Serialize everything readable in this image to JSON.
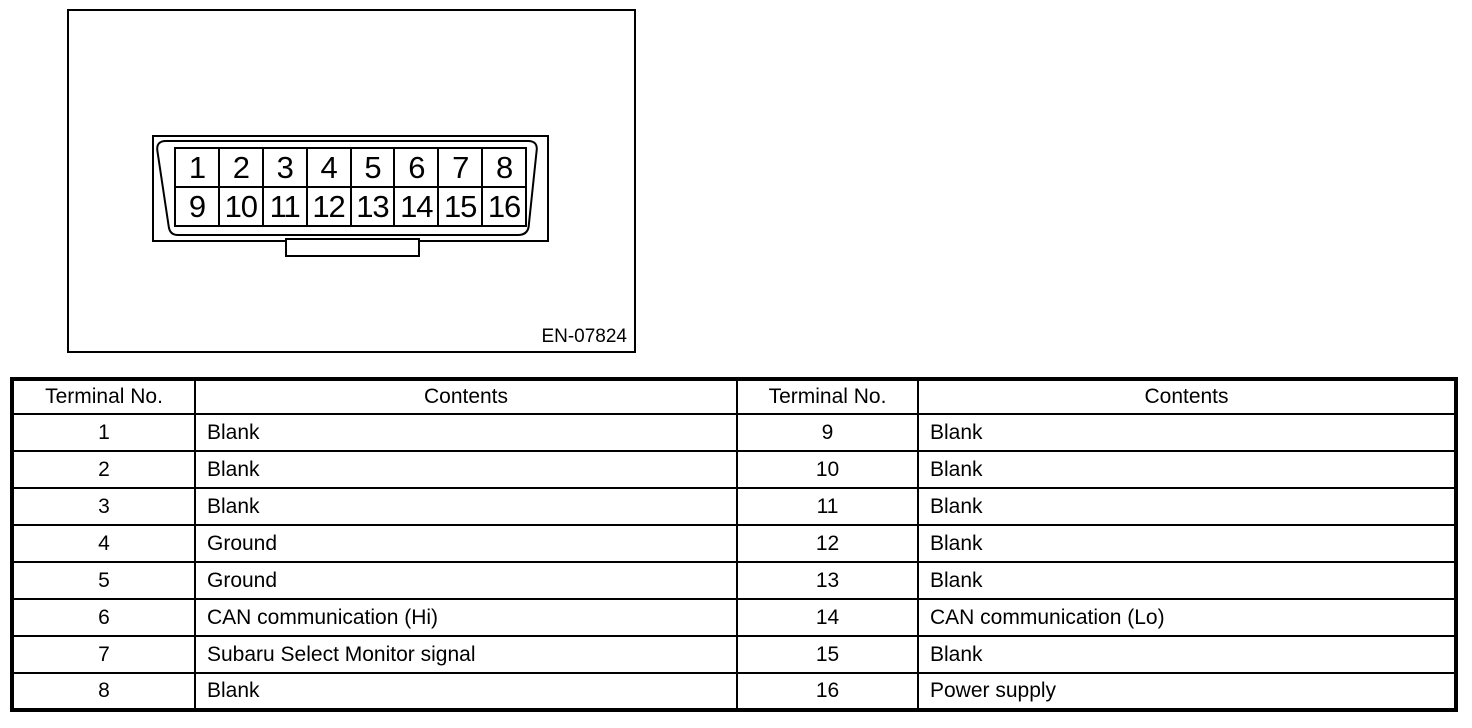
{
  "figure": {
    "label": "EN-07824",
    "connector": {
      "name": "data-link-connector-16-pin",
      "pins": [
        "1",
        "2",
        "3",
        "4",
        "5",
        "6",
        "7",
        "8",
        "9",
        "10",
        "11",
        "12",
        "13",
        "14",
        "15",
        "16"
      ]
    }
  },
  "table": {
    "headers": [
      "Terminal No.",
      "Contents",
      "Terminal No.",
      "Contents"
    ],
    "rows": [
      [
        "1",
        "Blank",
        "9",
        "Blank"
      ],
      [
        "2",
        "Blank",
        "10",
        "Blank"
      ],
      [
        "3",
        "Blank",
        "11",
        "Blank"
      ],
      [
        "4",
        "Ground",
        "12",
        "Blank"
      ],
      [
        "5",
        "Ground",
        "13",
        "Blank"
      ],
      [
        "6",
        "CAN communication (Hi)",
        "14",
        "CAN communication (Lo)"
      ],
      [
        "7",
        "Subaru Select Monitor signal",
        "15",
        "Blank"
      ],
      [
        "8",
        "Blank",
        "16",
        "Power supply"
      ]
    ]
  },
  "colors": {
    "line": "#000000",
    "background": "#ffffff"
  }
}
